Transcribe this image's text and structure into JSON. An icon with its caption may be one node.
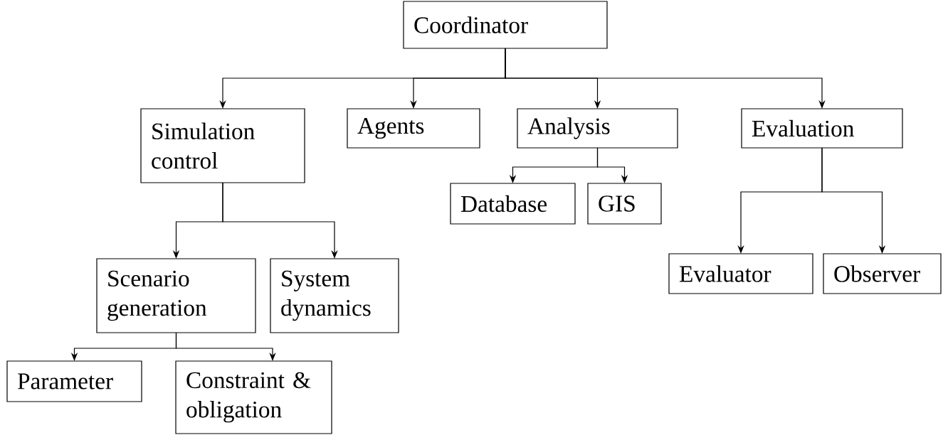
{
  "diagram": {
    "nodes": [
      {
        "text": [
          "Coordinator"
        ]
      },
      {
        "text": [
          "Simulation control"
        ]
      },
      {
        "text": [
          "Agents"
        ]
      },
      {
        "text": [
          "Analysis"
        ]
      },
      {
        "text": [
          "Evaluation"
        ]
      },
      {
        "text": [
          "Database"
        ]
      },
      {
        "text": [
          "GIS"
        ]
      },
      {
        "text": [
          "Evaluator"
        ]
      },
      {
        "text": [
          "Observer"
        ]
      },
      {
        "text": [
          "Scenario generation"
        ]
      },
      {
        "text": [
          "System dynamics"
        ]
      },
      {
        "text": [
          "Parameter"
        ]
      },
      {
        "text": [
          "Constraint & obligation"
        ]
      }
    ],
    "edges": [
      {
        "from": 0,
        "to": 1,
        "arrow": "to"
      },
      {
        "from": 0,
        "to": 2,
        "arrow": "to"
      },
      {
        "from": 0,
        "to": 3,
        "arrow": "to"
      },
      {
        "from": 0,
        "to": 4,
        "arrow": "to"
      },
      {
        "from": 3,
        "to": 5,
        "arrow": "to"
      },
      {
        "from": 3,
        "to": 6,
        "arrow": "to"
      },
      {
        "from": 4,
        "to": 7,
        "arrow": "to"
      },
      {
        "from": 4,
        "to": 8,
        "arrow": "to"
      },
      {
        "from": 1,
        "to": 9,
        "arrow": "to"
      },
      {
        "from": 1,
        "to": 10,
        "arrow": "to"
      },
      {
        "from": 9,
        "to": 11,
        "arrow": "to"
      },
      {
        "from": 9,
        "to": 12,
        "arrow": "to"
      }
    ]
  }
}
